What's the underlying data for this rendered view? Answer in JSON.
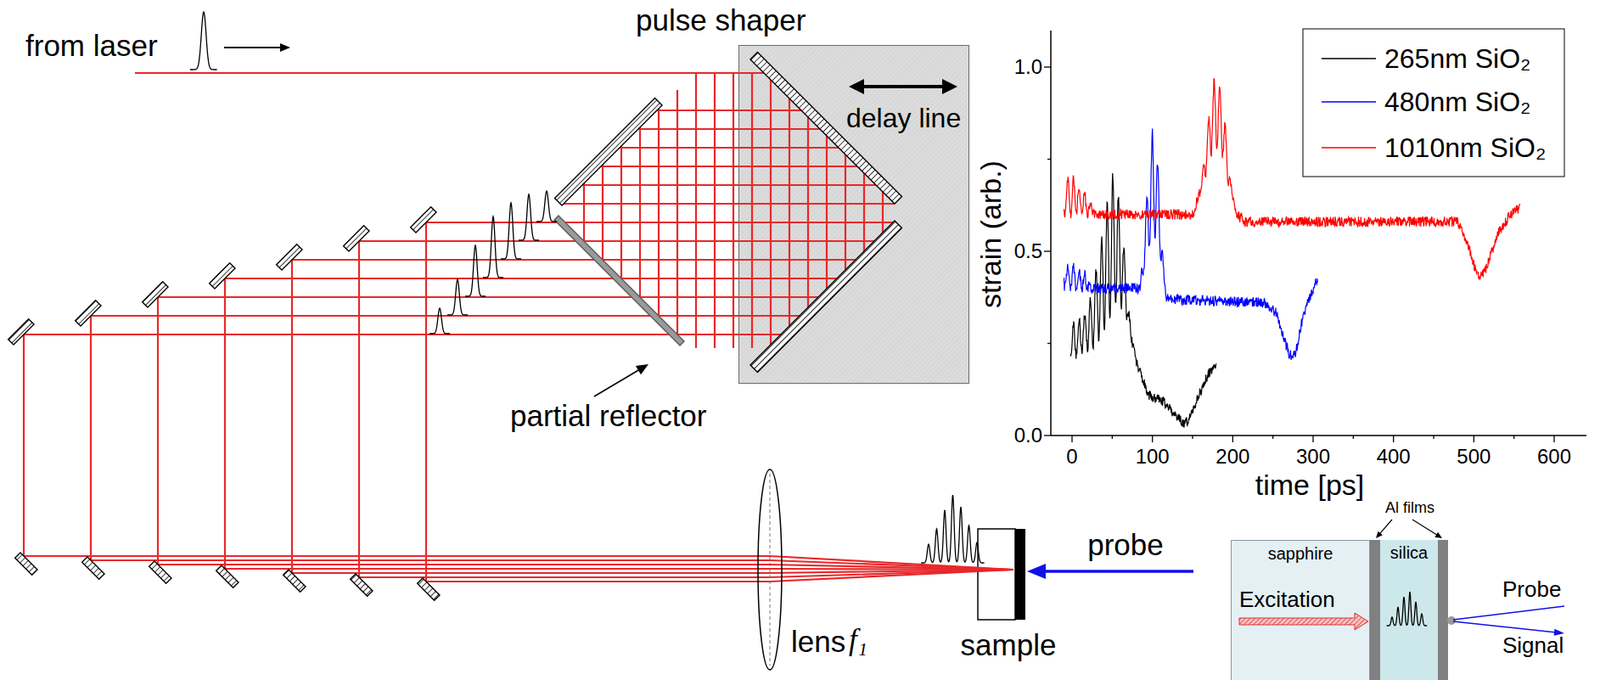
{
  "diagram": {
    "nodes": [
      {
        "text": [
          "pulse shaper",
          "delay line"
        ]
      },
      {
        "text": [
          "sapphire"
        ]
      },
      {
        "text": [
          "silica"
        ]
      }
    ],
    "labels": [
      "from laser",
      "partial reflector",
      "lens",
      "f₁",
      "sample",
      "probe",
      "strain (arb.)",
      "time [ps]",
      "0.0",
      "0.5",
      "1.0",
      "0",
      "100",
      "200",
      "300",
      "400",
      "500",
      "600",
      "Al films",
      "Excitation",
      "Probe",
      "Signal"
    ],
    "legend": [
      {
        "text": "265nm SiO₂"
      },
      {
        "text": "480nm SiO₂"
      },
      {
        "text": "1010nm SiO₂"
      }
    ]
  }
}
